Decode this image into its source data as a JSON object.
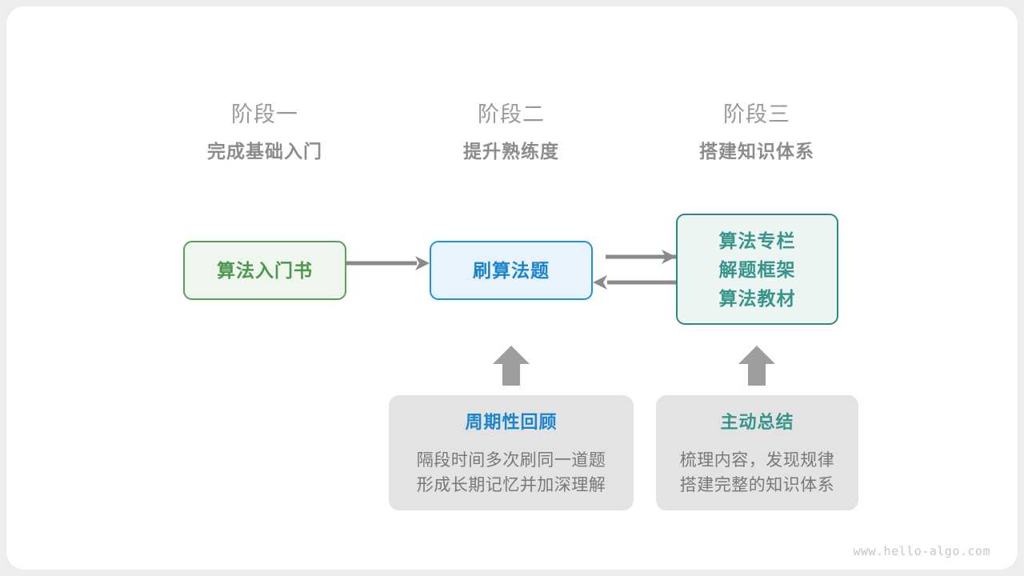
{
  "canvas": {
    "background": "#eeeeee",
    "card_background": "#ffffff"
  },
  "stages": [
    {
      "index_label": "阶段一",
      "title": "完成基础入门"
    },
    {
      "index_label": "阶段二",
      "title": "提升熟练度"
    },
    {
      "index_label": "阶段三",
      "title": "搭建知识体系"
    }
  ],
  "nodes": {
    "book": {
      "lines": [
        "算法入门书"
      ],
      "fill": "#eef6ed",
      "border": "#5a9e5d",
      "text_color": "#4c964f"
    },
    "practice": {
      "lines": [
        "刷算法题"
      ],
      "fill": "#e8f3fd",
      "border": "#2090e0",
      "text_color": "#1b84cf"
    },
    "resources": {
      "lines": [
        "算法专栏",
        "解题框架",
        "算法教材"
      ],
      "fill": "#edf5f3",
      "border": "#2b8b80",
      "text_color": "#37948b"
    }
  },
  "notes": {
    "review": {
      "title": "周期性回顾",
      "title_color": "#1b84cf",
      "body_lines": [
        "隔段时间多次刷同一道题",
        "形成长期记忆并加深理解"
      ],
      "fill": "#e3e3e3"
    },
    "summary": {
      "title": "主动总结",
      "title_color": "#37948b",
      "body_lines": [
        "梳理内容，发现规律",
        "搭建完整的知识体系"
      ],
      "fill": "#e3e3e3"
    }
  },
  "arrows": {
    "color": "#8a8a8a",
    "book_to_practice": "arrow-right-icon",
    "practice_to_resources": "arrow-right-icon",
    "resources_to_practice": "arrow-left-icon",
    "review_to_practice": "arrow-up-icon",
    "summary_to_resources": "arrow-up-icon"
  },
  "watermark": {
    "text": "www.hello-algo.com",
    "color": "#c6c6c6"
  }
}
